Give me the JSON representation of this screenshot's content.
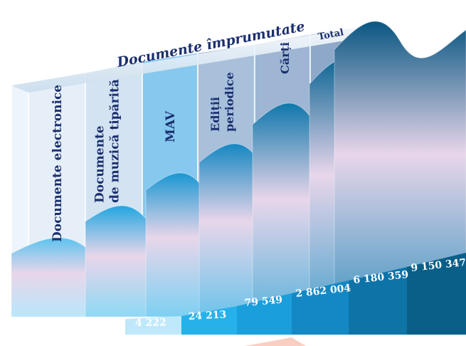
{
  "chart_data": {
    "type": "area",
    "title": "Documente împrumutate",
    "categories": [
      "Documente electronice",
      "Documente de muzică tipărită",
      "MAV",
      "Ediții periodice",
      "Cărți",
      "Total"
    ],
    "category_lines": [
      [
        "Documente electronice"
      ],
      [
        "Documente",
        "de muzică tipărită"
      ],
      [
        "MAV"
      ],
      [
        "Ediții",
        "periodice"
      ],
      [
        "Cărți"
      ],
      [
        "Total"
      ]
    ],
    "value_labels": [
      "",
      "4 222",
      "24 213",
      "79 549",
      "2 862 004",
      "6 180 359",
      "9 150 347"
    ],
    "values": [
      4222,
      24213,
      79549,
      2862004,
      6180359,
      9150347
    ],
    "colors": {
      "label_text": "#1b2f6e",
      "wave_light": "#8fd8f4",
      "wave_mid": "#27a9e1",
      "wave_dark": "#0d6f9b",
      "wave_darkest": "#0b5f86",
      "header_light": "#d8e6f3",
      "header_dark": "#93aecd",
      "highlight": "#e8d6ea"
    }
  }
}
